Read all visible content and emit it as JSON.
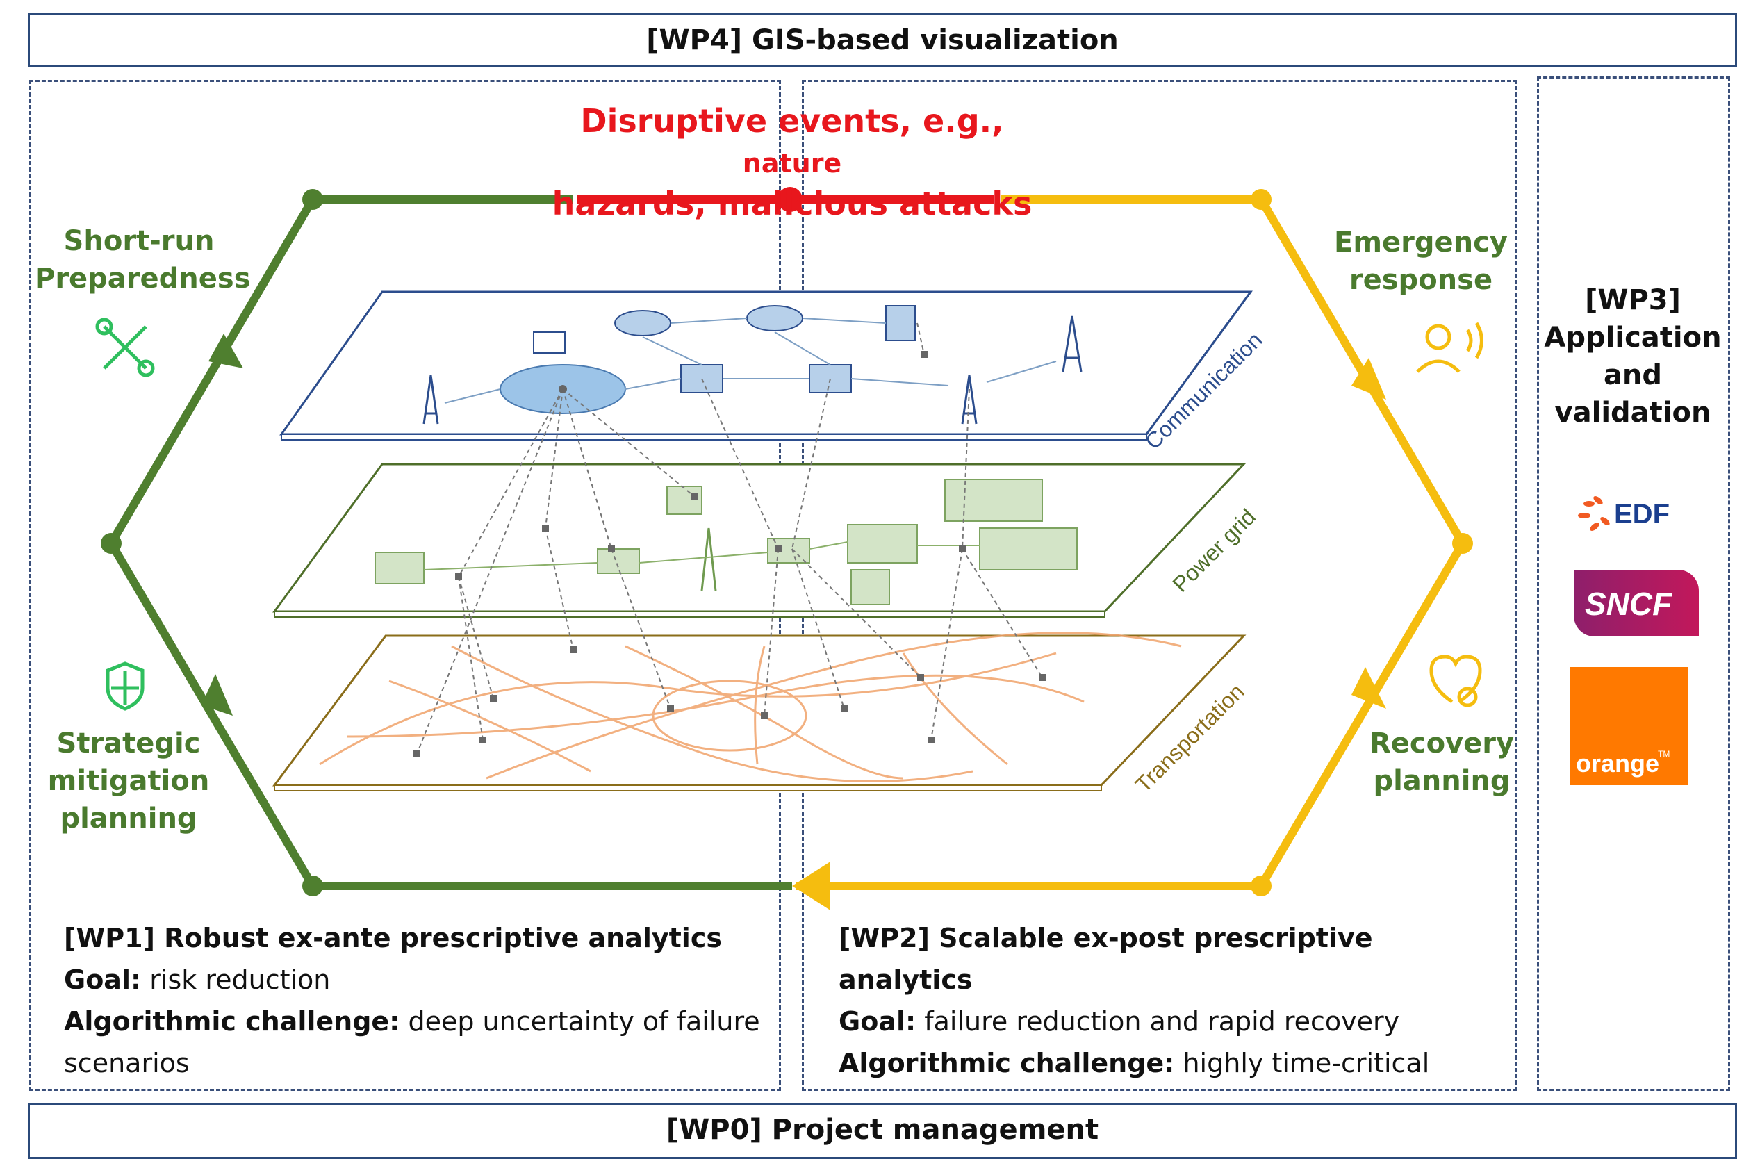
{
  "wp4": {
    "label": "[WP4] GIS-based visualization"
  },
  "wp0": {
    "label": "[WP0] Project management"
  },
  "disruptive": {
    "line1": "Disruptive events, e.g.,",
    "line1_small": "nature",
    "line2": "hazards, malicious attacks"
  },
  "phases": {
    "preparedness": {
      "line1": "Short-run",
      "line2": "Preparedness"
    },
    "emergency": {
      "line1": "Emergency",
      "line2": "response"
    },
    "mitigation": {
      "line1": "Strategic",
      "line2": "mitigation",
      "line3": "planning"
    },
    "recovery": {
      "line1": "Recovery",
      "line2": "planning"
    }
  },
  "layers": {
    "communication": "Communication",
    "power": "Power grid",
    "transport": "Transportation"
  },
  "wp1": {
    "title": "[WP1] Robust ex-ante prescriptive analytics",
    "goal_label": "Goal:",
    "goal_value": "risk reduction",
    "challenge_label": "Algorithmic challenge:",
    "challenge_value": "deep uncertainty of failure",
    "challenge_value2": "scenarios"
  },
  "wp2": {
    "title": "[WP2] Scalable ex-post prescriptive analytics",
    "goal_label": "Goal:",
    "goal_value": "failure reduction and rapid recovery",
    "challenge_label": "Algorithmic challenge:",
    "challenge_value": "highly time-critical"
  },
  "wp3": {
    "line1": "[WP3]",
    "line2": "Application",
    "line3": "and",
    "line4": "validation"
  },
  "partners": {
    "edf": "EDF",
    "sncf": "SNCF",
    "orange": "orange",
    "orange_tm": "TM"
  },
  "colors": {
    "green": "#4f7f2f",
    "yellow": "#f5bd0f",
    "red": "#e8171d",
    "blue": "#2c4d8d",
    "brown": "#8a6d1a"
  }
}
